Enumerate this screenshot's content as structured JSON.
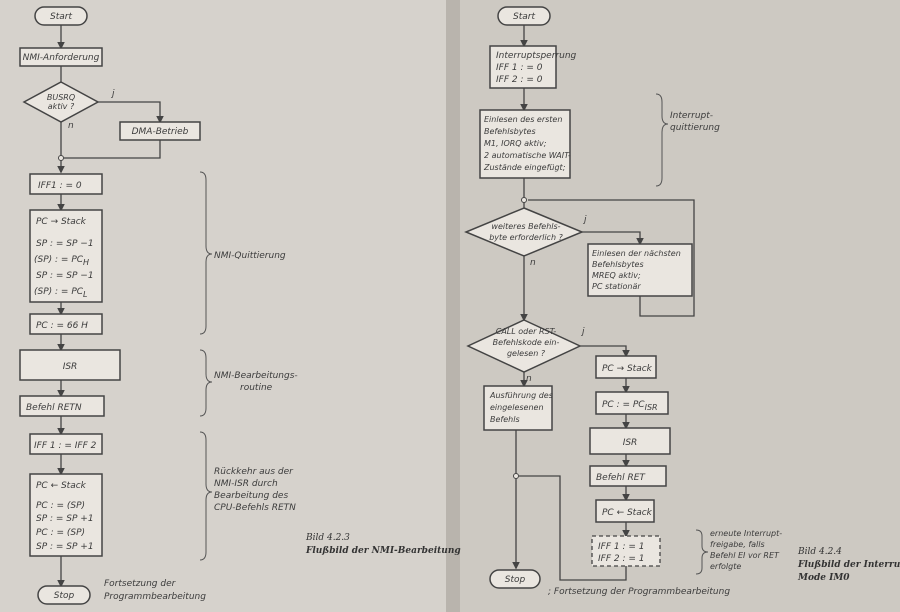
{
  "left_chart": {
    "start": "Start",
    "nmi_request": "NMI-Anforderung",
    "busrq_1": "BUSRQ",
    "busrq_2": "aktiv ?",
    "yes": "j",
    "no": "n",
    "dma": "DMA-Betrieb",
    "iff1_reset": "IFF1 : = 0",
    "pc_stack": "PC → Stack",
    "sp_dec_1": "SP : = SP −1",
    "sp_pch": "(SP) : = PC",
    "sub_h": "H",
    "sp_dec_2": "SP : = SP −1",
    "sp_pcl": "(SP) : = PC",
    "sub_l": "L",
    "pc_66": "PC : = 66 H",
    "isr": "ISR",
    "retn": "Befehl  RETN",
    "iff_restore": "IFF 1 : = IFF 2",
    "stack_pc": "PC ← Stack",
    "pcl_sp": "PC   : = (SP)",
    "sp_inc_1": "SP  : = SP +1",
    "pch_sp": "PC   : = (SP)",
    "sp_inc_2": "SP  : = SP +1",
    "stop": "Stop",
    "cont_1": "Fortsetzung der",
    "cont_2": "Programmbearbeitung",
    "brace_ack": "NMI-Quittierung",
    "brace_routine_1": "NMI-Bearbeitungs-",
    "brace_routine_2": "routine",
    "brace_return_1": "Rückkehr aus der",
    "brace_return_2": "NMI-ISR durch",
    "brace_return_3": "Bearbeitung des",
    "brace_return_4": "CPU-Befehls RETN",
    "caption_num": "Bild 4.2.3",
    "caption_title": "Flußbild der NMI-Bearbeitung"
  },
  "right_chart": {
    "start": "Start",
    "disable_1": "Interruptsperrung",
    "disable_2": "IFF 1 : = 0",
    "disable_3": "IFF 2 : = 0",
    "read_1": "Einlesen des ersten",
    "read_2": "Befehlsbytes",
    "read_3": "M1, IORQ aktiv;",
    "read_4": "2 automatische WAIT-",
    "read_5": "Zustände eingefügt;",
    "brace_ack_1": "Interrupt-",
    "brace_ack_2": "quittierung",
    "more_1": "weiteres Befehls-",
    "more_2": "byte erforderlich ?",
    "next_1": "Einlesen der nächsten",
    "next_2": "Befehlsbytes",
    "next_3": "MREQ aktiv;",
    "next_4": "PC stationär",
    "call_1": "CALL oder RST-",
    "call_2": "Befehlskode ein-",
    "call_3": "gelesen ?",
    "exec_1": "Ausführung des",
    "exec_2": "eingelesenen",
    "exec_3": "Befehls",
    "pc_stack": "PC → Stack",
    "pc_isr": "PC : = PC",
    "pc_isr_sub": "ISR",
    "isr": "ISR",
    "ret": "Befehl   RET",
    "stack_pc": "PC ← Stack",
    "iff1_set": "IFF 1 : = 1",
    "iff2_set": "IFF 2 : = 1",
    "note_1": "erneute Interrupt-",
    "note_2": "freigabe, falls",
    "note_3": "Befehl EI vor RET",
    "note_4": "erfolgte",
    "yes": "j",
    "no": "n",
    "stop": "Stop",
    "cont": "; Fortsetzung der Programmbearbeitung",
    "caption_num": "Bild 4.2.4",
    "caption_title_1": "Flußbild der Interruptb",
    "caption_title_2": "Mode IM0"
  }
}
